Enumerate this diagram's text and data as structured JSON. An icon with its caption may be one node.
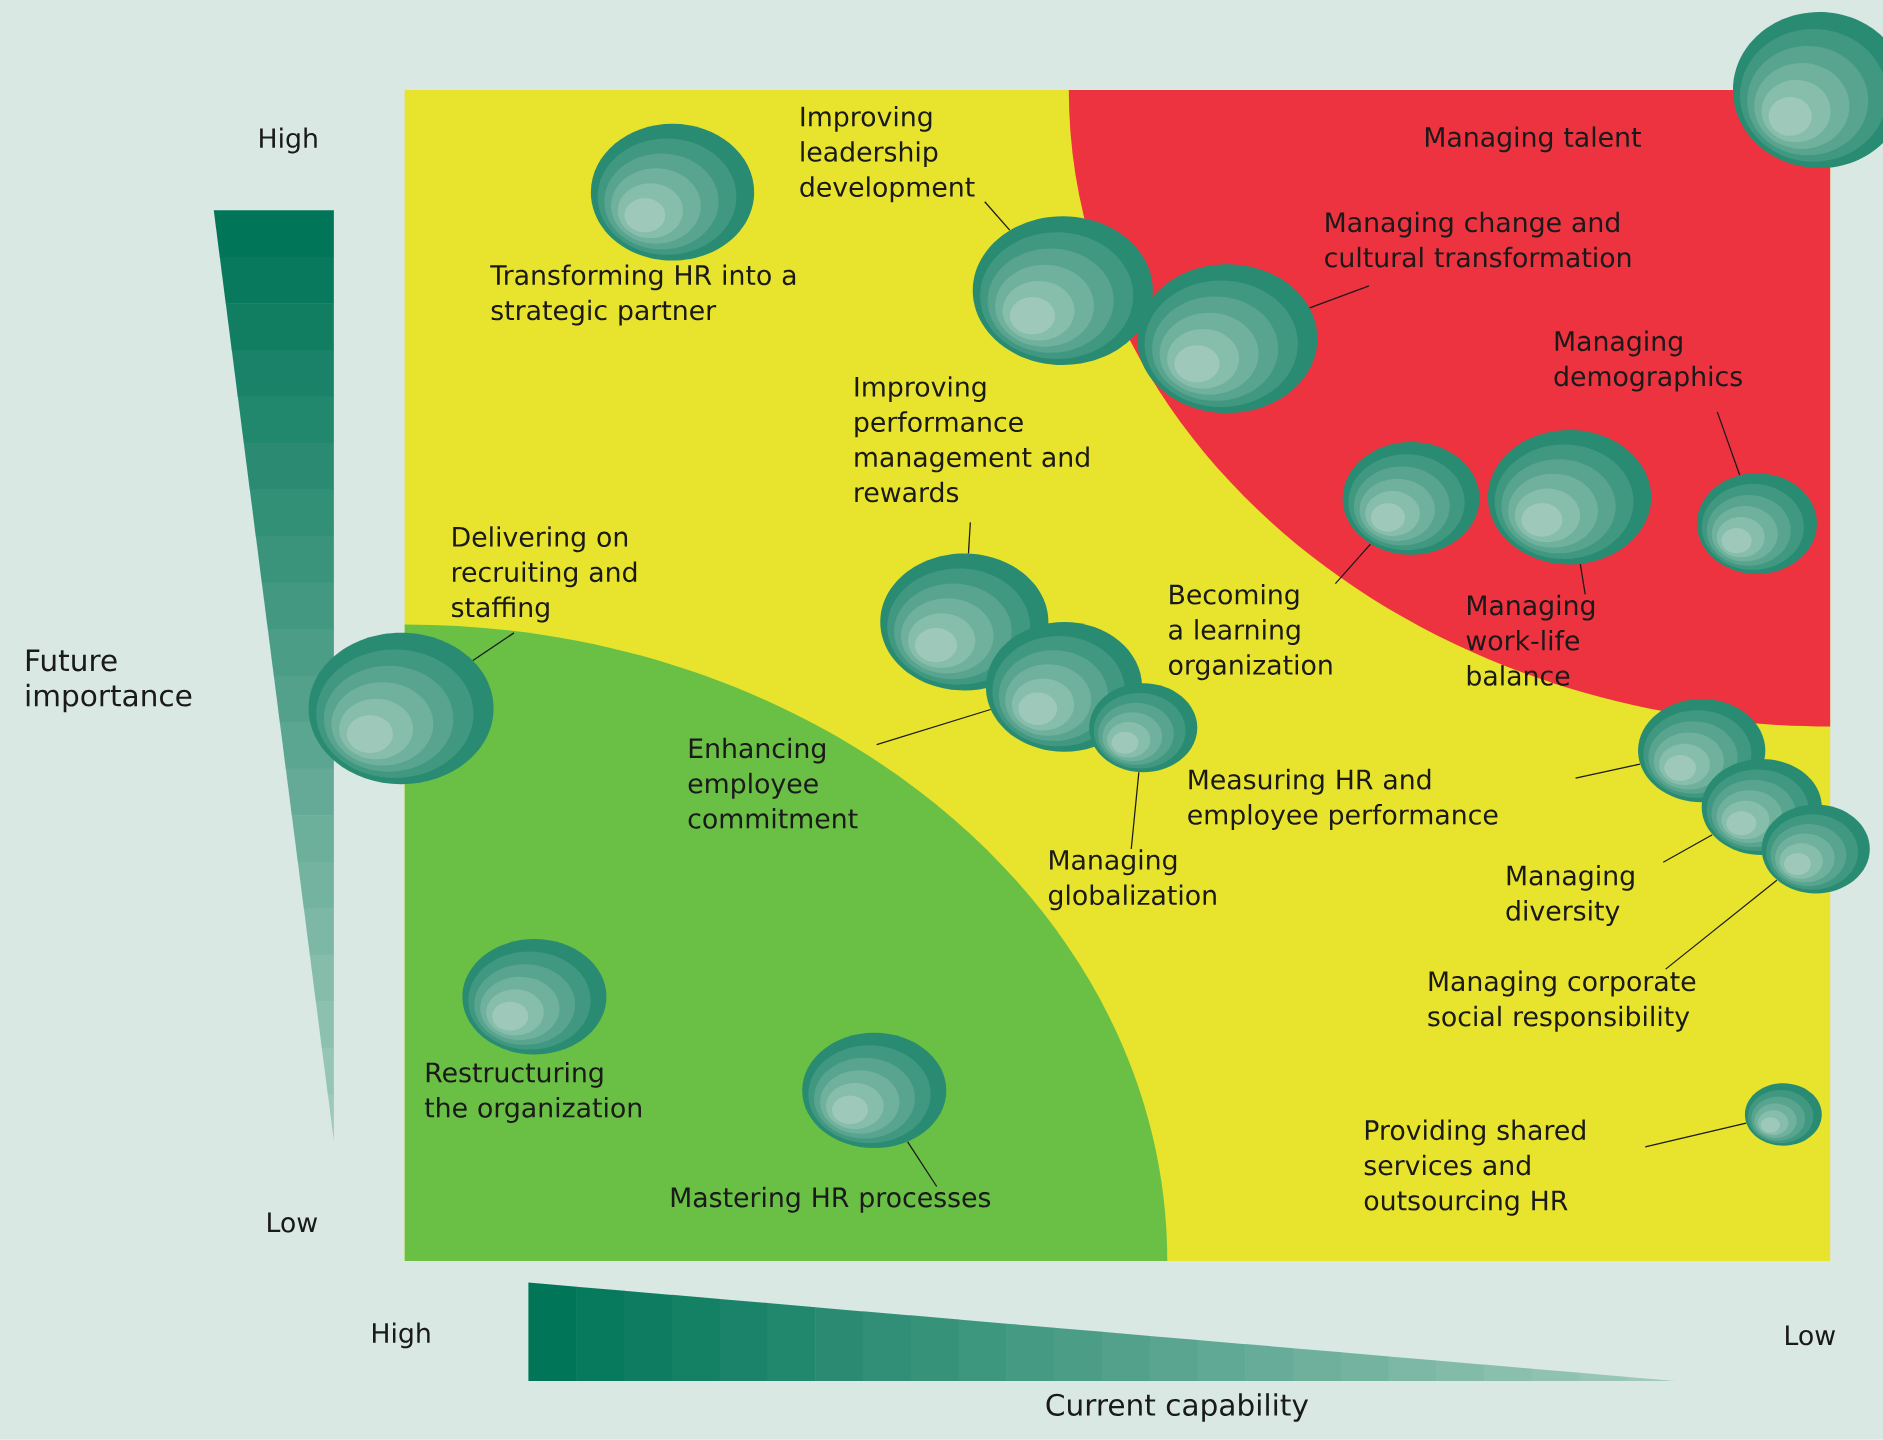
{
  "diagram": {
    "nodes": [
      {
        "text": [],
        "shape": "circle",
        "beside": [
          "Managing talent"
        ]
      },
      {
        "text": [
          "Improving leadership development"
        ]
      },
      {
        "text": [],
        "shape": "circle",
        "beside": [
          "Transforming HR into a strategic partner"
        ]
      },
      {
        "text": [],
        "shape": "circle"
      },
      {
        "text": [
          "Managing change and cultural transformation"
        ]
      },
      {
        "text": [],
        "shape": "circle"
      },
      {
        "text": [
          "Managing demographics"
        ]
      },
      {
        "text": [
          "Improving performance management and rewards"
        ]
      },
      {
        "text": [],
        "shape": "circle"
      },
      {
        "text": [],
        "shape": "circle"
      },
      {
        "text": [],
        "shape": "circle"
      },
      {
        "text": [
          "Delivering on recruiting and staffing"
        ]
      },
      {
        "text": [],
        "shape": "circle"
      },
      {
        "text": [
          "Becoming a learning organization"
        ]
      },
      {
        "text": [
          "Managing work-life balance"
        ]
      },
      {
        "text": [],
        "shape": "circle"
      },
      {
        "text": [],
        "shape": "circle"
      },
      {
        "text": [],
        "shape": "circle"
      },
      {
        "text": [],
        "shape": "circle"
      },
      {
        "text": [
          "Enhancing employee commitment"
        ]
      },
      {
        "text": [
          "Measuring HR and employee performance"
        ]
      },
      {
        "text": [],
        "shape": "circle"
      },
      {
        "text": [],
        "shape": "circle"
      },
      {
        "text": [
          "Managing globalization"
        ]
      },
      {
        "text": [
          "Managing diversity"
        ]
      },
      {
        "text": [
          "Managing corporate social responsibility"
        ]
      },
      {
        "text": [],
        "shape": "circle",
        "beside": [
          "Restructuring the organization"
        ]
      },
      {
        "text": [],
        "shape": "circle"
      },
      {
        "text": [],
        "shape": "circle"
      },
      {
        "text": [
          "Providing shared services and outsourcing HR"
        ]
      },
      {
        "text": [
          "Mastering HR processes"
        ]
      }
    ],
    "edges": [
      {
        "from": 1,
        "to": 3,
        "arrow": "none"
      },
      {
        "from": 4,
        "to": 5,
        "arrow": "none"
      },
      {
        "from": 6,
        "to": 10,
        "arrow": "none"
      },
      {
        "from": 7,
        "to": 12,
        "arrow": "none"
      },
      {
        "from": 13,
        "to": 8,
        "arrow": "none"
      },
      {
        "from": 14,
        "to": 9,
        "arrow": "none"
      },
      {
        "from": 11,
        "to": 16,
        "arrow": "none"
      },
      {
        "from": 19,
        "to": 15,
        "arrow": "none"
      },
      {
        "from": 23,
        "to": 17,
        "arrow": "none"
      },
      {
        "from": 20,
        "to": 18,
        "arrow": "none"
      },
      {
        "from": 24,
        "to": 21,
        "arrow": "none"
      },
      {
        "from": 25,
        "to": 22,
        "arrow": "none"
      },
      {
        "from": 30,
        "to": 27,
        "arrow": "none"
      },
      {
        "from": 29,
        "to": 28,
        "arrow": "none"
      }
    ],
    "labels": [
      "High",
      "Future importance",
      "Low",
      "High",
      "Low",
      "Current capability"
    ]
  }
}
